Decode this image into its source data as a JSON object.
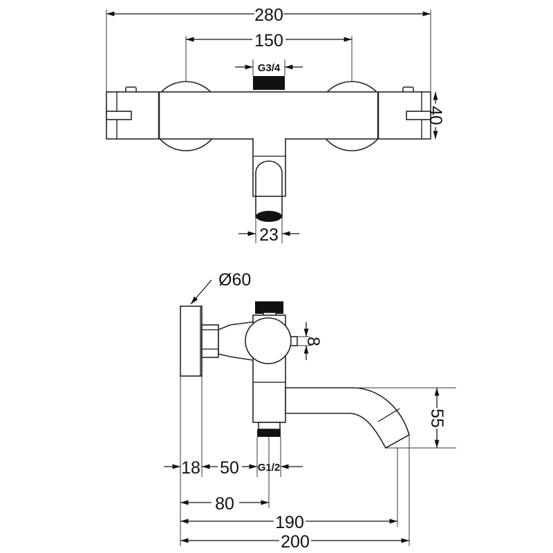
{
  "top_view": {
    "overall_width": "280",
    "handle_spacing": "150",
    "inlet_thread": "G3/4",
    "body_height": "40",
    "outlet_diameter": "23"
  },
  "side_view": {
    "rosette_diameter": "Ø60",
    "knob_tab": "8",
    "spout_drop": "55",
    "rosette_depth": "18",
    "connector_length": "50",
    "outlet_thread": "G1/2",
    "to_outlet_center": "80",
    "to_spout_inner": "190",
    "to_spout_tip": "200"
  },
  "colors": {
    "line": "#222222",
    "background": "#ffffff"
  }
}
